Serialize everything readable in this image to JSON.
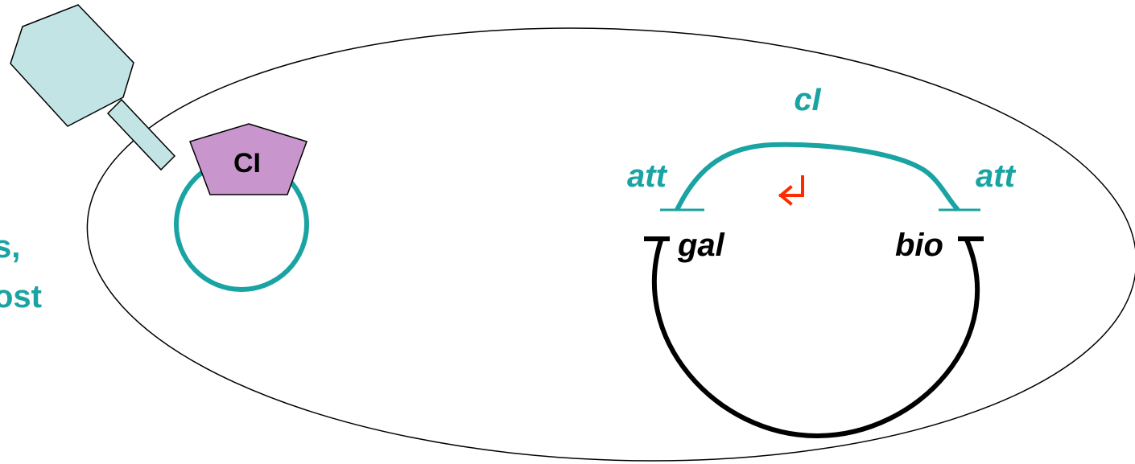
{
  "labels": {
    "cut_text_line1": "s,",
    "cut_text_line2": "ost",
    "repressor": "CI",
    "gene_cI": "cI",
    "att_left": "att",
    "att_right": "att",
    "gene_gal": "gal",
    "gene_bio": "bio"
  },
  "colors": {
    "teal": "#1aa3a3",
    "phage_head": "#c3e4e4",
    "repressor_fill": "#c896cc",
    "promoter_arrow": "#ff2a00",
    "chromosome": "#000000",
    "cell_outline": "#000000"
  }
}
